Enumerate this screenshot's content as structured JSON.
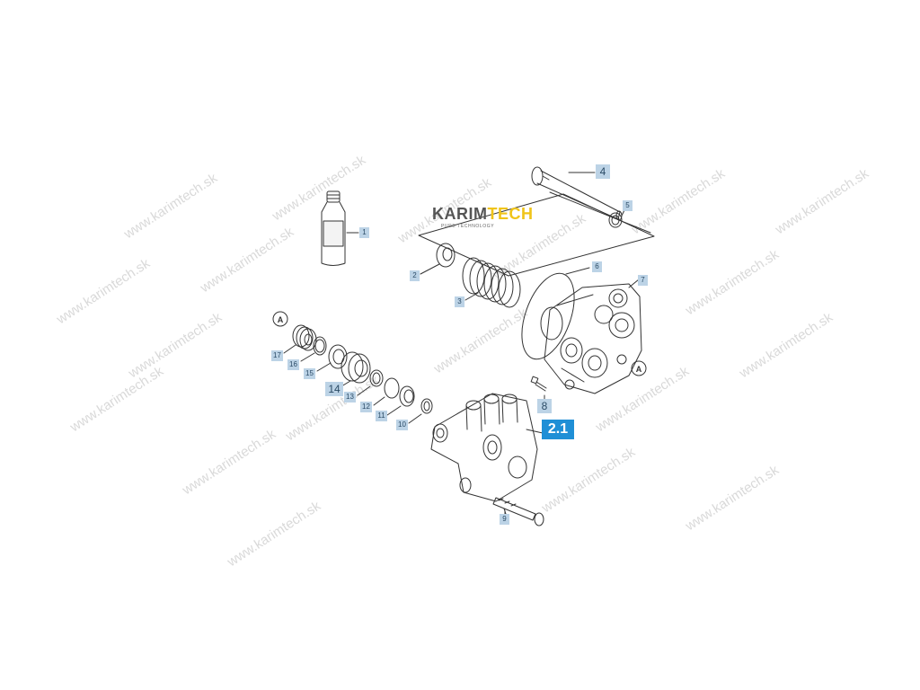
{
  "watermark": {
    "text": "www.karimtech.sk"
  },
  "logo": {
    "brand_first": "KARIM",
    "brand_second": "TECH",
    "tagline": "PURE TECHNOLOGY"
  },
  "callouts": {
    "c1": "1",
    "c2": "2",
    "c3": "3",
    "c4": "4",
    "c5": "5",
    "c6": "6",
    "c7": "7",
    "c8": "8",
    "c9": "9",
    "c10": "10",
    "c11": "11",
    "c12": "12",
    "c13": "13",
    "c14": "14",
    "c15": "15",
    "c16": "16",
    "c17": "17",
    "c2_1": "2.1"
  },
  "refs": {
    "left": "A",
    "right": "A"
  },
  "colors": {
    "callout_bg": "#bcd3e6",
    "callout_big_bg": "#1f8fd6",
    "line": "#333333",
    "watermark": "#d9d9d9",
    "logo_accent": "#f0c419"
  }
}
